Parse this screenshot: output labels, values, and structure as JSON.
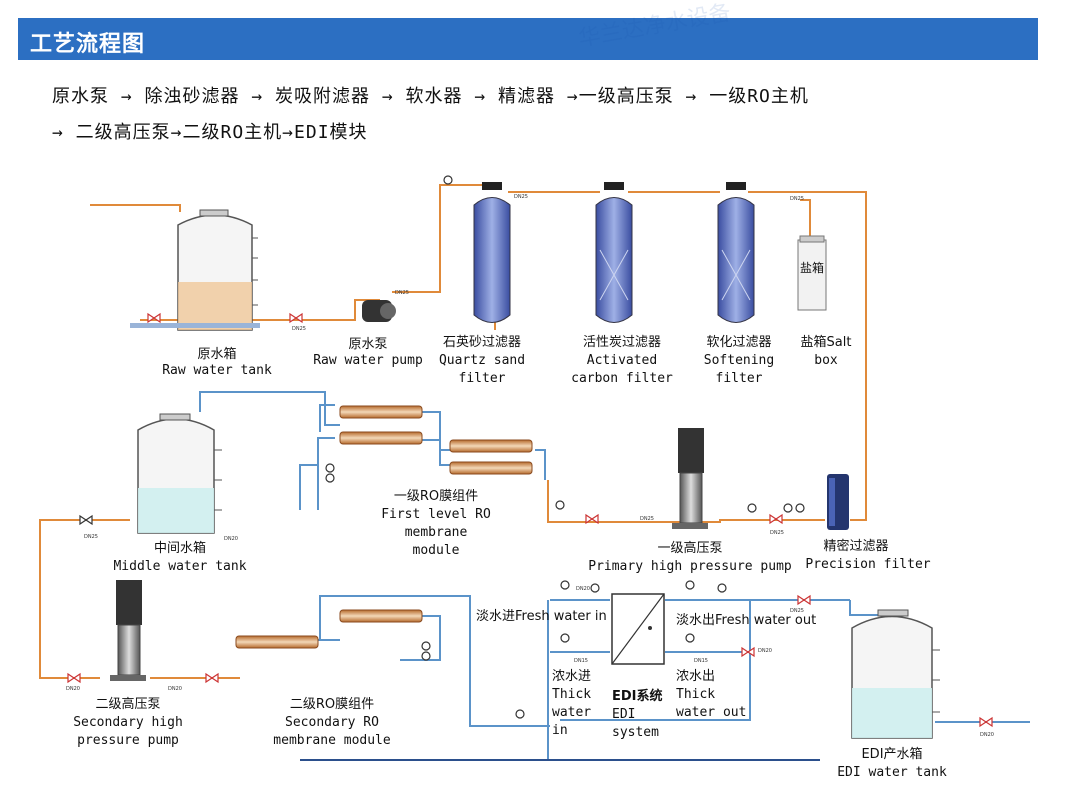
{
  "header": {
    "title": "工艺流程图"
  },
  "flow": {
    "line1": "原水泵 → 除浊砂滤器 → 炭吸附滤器 → 软水器 → 精滤器 →一级高压泵 → 一级RO主机",
    "line2": "→ 二级高压泵→二级RO主机→EDI模块"
  },
  "watermark": "华兰达净水设备",
  "equipment": {
    "raw_tank": {
      "zh": "原水箱",
      "en": "Raw water tank"
    },
    "raw_pump": {
      "zh": "原水泵",
      "en": "Raw water pump"
    },
    "quartz": {
      "zh": "石英砂过滤器",
      "en1": "Quartz sand",
      "en2": "filter"
    },
    "carbon": {
      "zh": "活性炭过滤器",
      "en1": "Activated",
      "en2": "carbon filter"
    },
    "softening": {
      "zh": "软化过滤器",
      "en1": "Softening",
      "en2": "filter"
    },
    "salt_box": {
      "zh": "盐箱Salt",
      "en": "box",
      "tag": "盐箱"
    },
    "middle_tank": {
      "zh": "中间水箱",
      "en": "Middle water tank"
    },
    "ro1": {
      "zh": "一级RO膜组件",
      "en1": "First level RO",
      "en2": "membrane",
      "en3": "module"
    },
    "hp1": {
      "zh": "一级高压泵",
      "en": "Primary high pressure pump"
    },
    "precision": {
      "zh": "精密过滤器",
      "en": "Precision filter"
    },
    "hp2": {
      "zh": "二级高压泵",
      "en1": "Secondary high",
      "en2": "pressure pump"
    },
    "ro2": {
      "zh": "二级RO膜组件",
      "en1": "Secondary RO",
      "en2": "membrane module"
    },
    "edi": {
      "zh": "EDI系统",
      "en1": "EDI",
      "en2": "system"
    },
    "edi_tank": {
      "zh": "EDI产水箱",
      "en": "EDI water tank"
    },
    "fresh_in": "淡水进Fresh water in",
    "fresh_out": "淡水出Fresh water out",
    "thick_in": {
      "zh": "浓水进",
      "en1": "Thick",
      "en2": "water",
      "en3": "in"
    },
    "thick_out": {
      "zh": "浓水出",
      "en1": "Thick",
      "en2": "water out"
    }
  },
  "pipe_tags": {
    "dn25": "DN25",
    "dn20": "DN20",
    "dn15": "DN15"
  },
  "colors": {
    "header": "#2c6fc2",
    "pipe_orange": "#e08a3a",
    "pipe_blue": "#5b93c9",
    "pipe_navy": "#2b4f8c",
    "vessel_blue": "#5567b8"
  }
}
